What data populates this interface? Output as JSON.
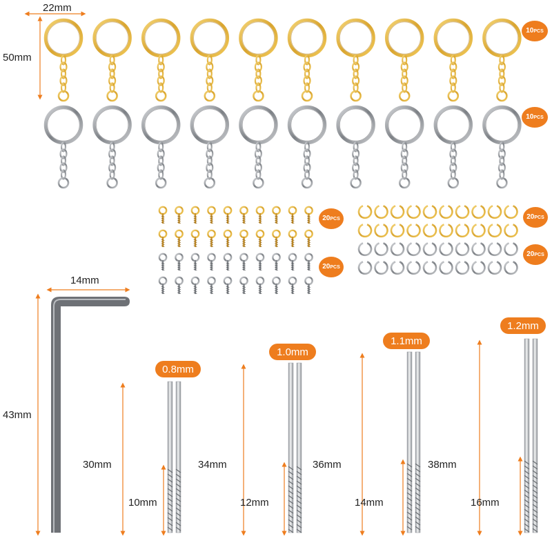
{
  "colors": {
    "accent": "#ee7d1e",
    "gold": "#e3b23c",
    "silver": "#9a9da2"
  },
  "keyrings": {
    "width_label": "22mm",
    "height_label": "50mm",
    "gold_count": "10",
    "silver_count": "10",
    "unit": "PCS",
    "per_row": 10
  },
  "screw_eyes": {
    "gold_count": "20",
    "silver_count": "20",
    "unit": "PCS",
    "per_row": 10
  },
  "jump_rings": {
    "gold_count": "20",
    "silver_count": "20",
    "unit": "PCS",
    "per_row": 10
  },
  "hex_key": {
    "width_label": "14mm",
    "height_label": "43mm",
    "icon": "hex-key-icon"
  },
  "drill_bits": [
    {
      "size": "0.8mm",
      "length": "30mm",
      "flute": "10mm"
    },
    {
      "size": "1.0mm",
      "length": "34mm",
      "flute": "12mm"
    },
    {
      "size": "1.1mm",
      "length": "36mm",
      "flute": "14mm"
    },
    {
      "size": "1.2mm",
      "length": "38mm",
      "flute": "16mm"
    }
  ]
}
